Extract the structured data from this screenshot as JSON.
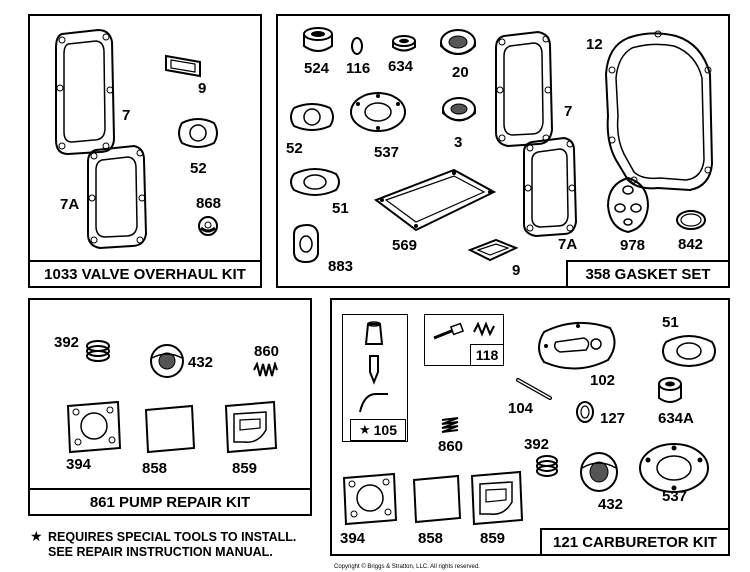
{
  "kits": {
    "valve": {
      "title": "1033 VALVE OVERHAUL KIT",
      "parts": {
        "p7": "7",
        "p9": "9",
        "p52": "52",
        "p7a": "7A",
        "p868": "868"
      }
    },
    "gasket": {
      "title": "358 GASKET SET",
      "parts": {
        "p524": "524",
        "p116": "116",
        "p634": "634",
        "p20": "20",
        "p12": "12",
        "p7": "7",
        "p52": "52",
        "p537": "537",
        "p3": "3",
        "p51": "51",
        "p569": "569",
        "p883": "883",
        "p9": "9",
        "p7a": "7A",
        "p978": "978",
        "p842": "842"
      }
    },
    "pump": {
      "title": "861 PUMP REPAIR KIT",
      "parts": {
        "p392": "392",
        "p432": "432",
        "p860": "860",
        "p394": "394",
        "p858": "858",
        "p859": "859"
      }
    },
    "carb": {
      "title": "121 CARBURETOR KIT",
      "parts": {
        "p118": "118",
        "p105": "105",
        "p51": "51",
        "p102": "102",
        "p104": "104",
        "p127": "127",
        "p634a": "634A",
        "p860": "860",
        "p392": "392",
        "p432": "432",
        "p537": "537",
        "p394": "394",
        "p858": "858",
        "p859": "859"
      }
    }
  },
  "footnote": {
    "star": "★",
    "line1": "REQUIRES SPECIAL TOOLS TO INSTALL.",
    "line2": "SEE REPAIR INSTRUCTION MANUAL."
  },
  "copyright": "Copyright © Briggs & Stratton, LLC. All rights reserved.",
  "watermark": "BRIGGS & STRATTON"
}
